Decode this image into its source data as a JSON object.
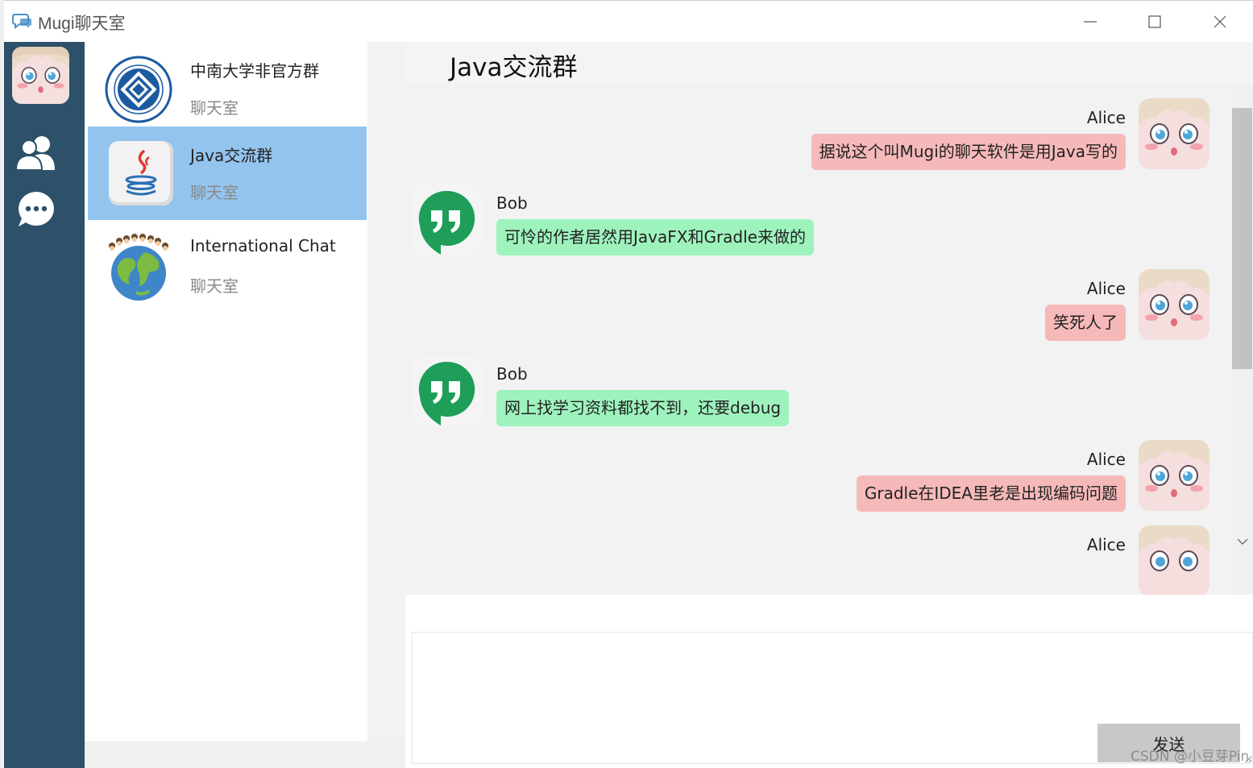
{
  "window": {
    "title": "Mugi聊天室"
  },
  "rail": {
    "items": [
      {
        "icon": "user-avatar-icon"
      },
      {
        "icon": "contacts-icon"
      },
      {
        "icon": "chat-bubble-icon"
      }
    ]
  },
  "chat_list": {
    "items": [
      {
        "name": "中南大学非官方群",
        "subtitle": "聊天室",
        "icon": "university-seal-icon",
        "active": false
      },
      {
        "name": "Java交流群",
        "subtitle": "聊天室",
        "icon": "java-logo-icon",
        "active": true
      },
      {
        "name": "International Chat",
        "subtitle": "聊天室",
        "icon": "globe-icon",
        "active": false
      }
    ]
  },
  "conversation": {
    "title": "Java交流群",
    "messages": [
      {
        "sender": "Alice",
        "text": "据说这个叫Mugi的聊天软件是用Java写的",
        "side": "right"
      },
      {
        "sender": "Bob",
        "text": "可怜的作者居然用JavaFX和Gradle来做的",
        "side": "left"
      },
      {
        "sender": "Alice",
        "text": "笑死人了",
        "side": "right"
      },
      {
        "sender": "Bob",
        "text": "网上找学习资料都找不到，还要debug",
        "side": "left"
      },
      {
        "sender": "Alice",
        "text": "Gradle在IDEA里老是出现编码问题",
        "side": "right"
      },
      {
        "sender": "Alice",
        "text": "",
        "side": "right"
      }
    ],
    "input_value": "",
    "send_label": "发送"
  },
  "watermark": "CSDN @小豆芽Pin",
  "colors": {
    "rail_bg": "#2d5169",
    "active_item": "#93c4ee",
    "bubble_alice": "#f6b9b9",
    "bubble_bob": "#9ef3bd",
    "bob_avatar": "#1e9e58"
  }
}
